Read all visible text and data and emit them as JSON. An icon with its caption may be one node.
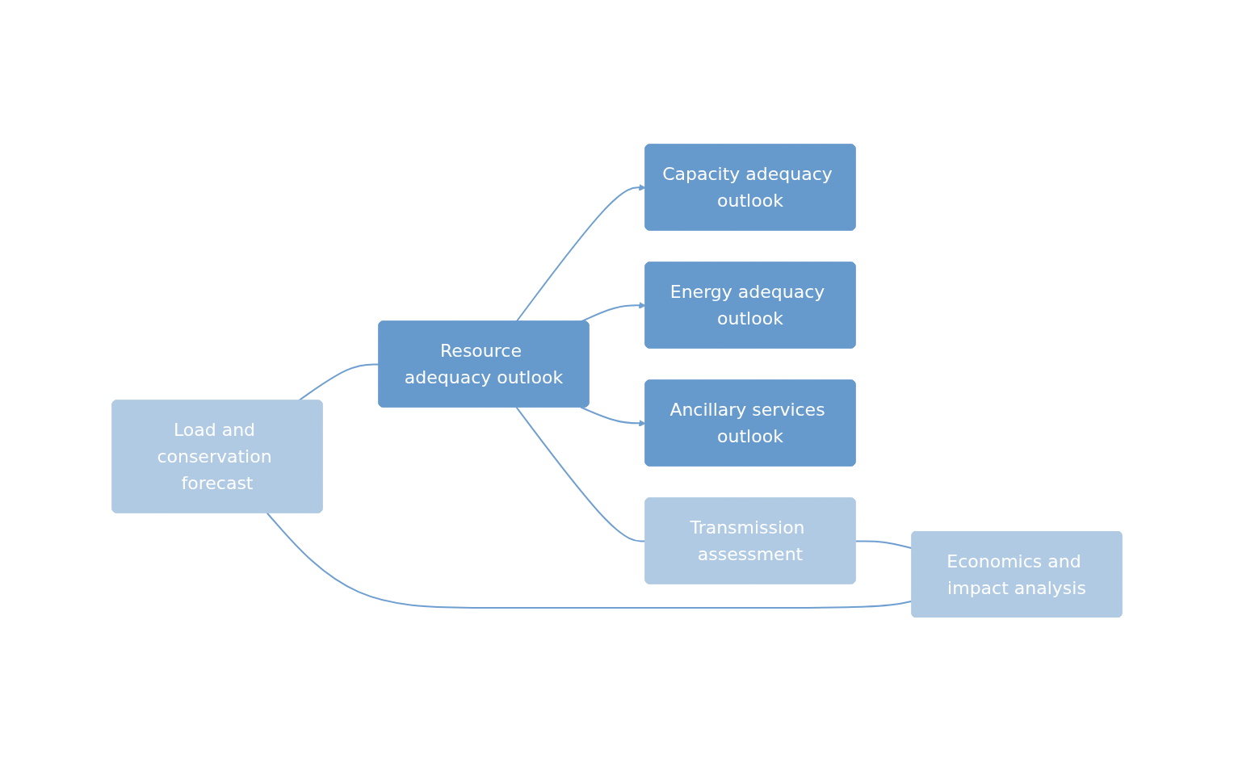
{
  "diagram": {
    "nodes": [
      {
        "text": [
          "Load and conservation forecast"
        ]
      },
      {
        "text": [
          "Capacity adequacy outlook"
        ]
      },
      {
        "text": [
          "Economics and impact analysis"
        ]
      },
      {
        "text": [
          "Resource adequacy outlook"
        ]
      },
      {
        "text": [
          "Energy adequacy outlook"
        ]
      },
      {
        "text": [
          "Ancillary services outlook"
        ]
      },
      {
        "text": [
          "Transmission assessment"
        ]
      }
    ],
    "edges": [
      {
        "from": 0,
        "to": 3,
        "arrow": "none"
      },
      {
        "from": 3,
        "to": 6,
        "arrow": "none"
      },
      {
        "from": 6,
        "to": 2,
        "arrow": "none"
      },
      {
        "from": 2,
        "to": 0,
        "arrow": "none"
      },
      {
        "from": 3,
        "to": 1,
        "arrow": "to"
      },
      {
        "from": 3,
        "to": 4,
        "arrow": "to"
      },
      {
        "from": 3,
        "to": 5,
        "arrow": "to"
      }
    ]
  }
}
